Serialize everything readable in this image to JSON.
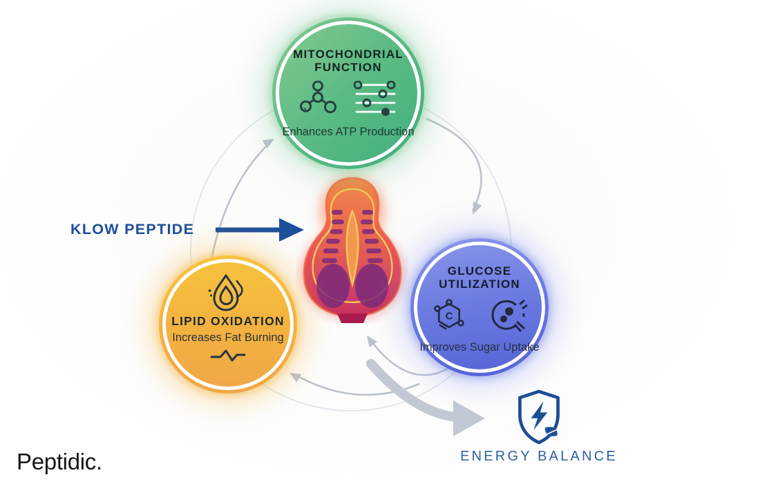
{
  "brand": {
    "name": "Peptidic."
  },
  "input_label": "KLOW PEPTIDE",
  "center_illustration": "mitochondria",
  "nodes": [
    {
      "title": "MITOCHONDRIAL FUNCTION",
      "subtitle": "Enhances ATP Production",
      "icons": [
        "molecule-icon",
        "sliders-icon"
      ],
      "accent": "#4cb480"
    },
    {
      "title": "GLUCOSE UTILIZATION",
      "subtitle": "Improves Sugar Uptake",
      "icons": [
        "glucose-molecule-icon",
        "cell-uptake-icon"
      ],
      "accent": "#6274dd"
    },
    {
      "title": "LIPID OXIDATION",
      "subtitle": "Increases Fat Burning",
      "icons": [
        "fat-burning-icon",
        "pulse-icon"
      ],
      "accent": "#f3b23f"
    }
  ],
  "outcome": {
    "label": "ENERGY BALANCE",
    "icon": "shield-energy-leaf-icon",
    "accent": "#1d4e95"
  },
  "colors": {
    "cycle_arrow_gray": "#bcc2cc",
    "light_arc": "#e3e6ec",
    "thick_arrow_gray": "#c3c9d3",
    "klow_blue": "#1e4f9b",
    "energy_text_blue": "#2e5fa7"
  }
}
